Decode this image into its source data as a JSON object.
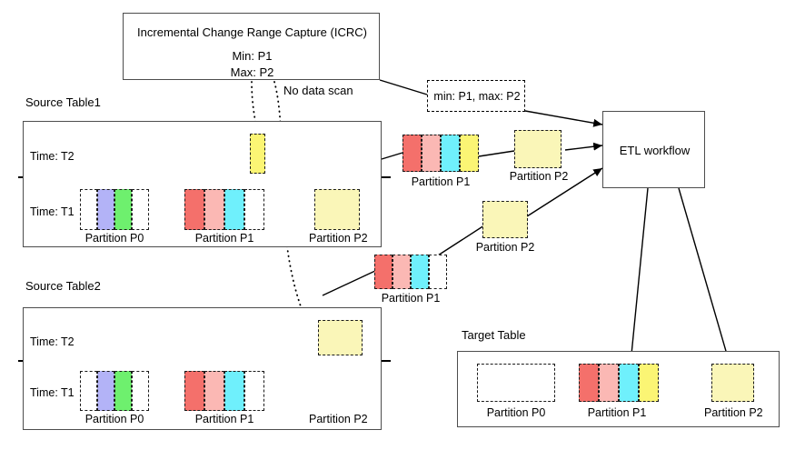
{
  "diagram": {
    "title_icrc": "Incremental Change Range Capture (ICRC)",
    "icrc_min": "Min: P1",
    "icrc_max": "Max: P2",
    "no_data_scan": "No data scan",
    "minmax_note": "min: P1, max: P2",
    "etl_workflow": "ETL workflow",
    "source_table1": "Source Table1",
    "source_table2": "Source Table2",
    "target_table": "Target Table",
    "time_t2": "Time: T2",
    "time_t1": "Time: T1",
    "partition_p0": "Partition P0",
    "partition_p1": "Partition P1",
    "partition_p2": "Partition P2"
  },
  "colors": {
    "red": "#f4706b",
    "pink": "#fbb8b4",
    "cyan": "#6ff0fc",
    "yellow": "#fbf574",
    "pale_yellow": "#faf6b8",
    "purple": "#b3b3f7",
    "green": "#6ef06e",
    "white": "#ffffff",
    "stroke": "#000000",
    "frame": "#4d4d4d"
  },
  "partitions": {
    "st1_t1_p0": [
      "#ffffff",
      "#b3b3f7",
      "#6ef06e",
      "#ffffff"
    ],
    "st1_t1_p1": [
      "#f4706b",
      "#fbb8b4",
      "#6ff0fc",
      "#ffffff"
    ],
    "st1_t1_p2": [
      "#faf6b8"
    ],
    "st1_t2_delta": [
      "#fbf574"
    ],
    "st2_t1_p0": [
      "#ffffff",
      "#b3b3f7",
      "#6ef06e",
      "#ffffff"
    ],
    "st2_t1_p1": [
      "#f4706b",
      "#fbb8b4",
      "#6ff0fc",
      "#ffffff"
    ],
    "st2_t2_delta": [
      "#faf6b8"
    ],
    "mid_top_p1": [
      "#f4706b",
      "#fbb8b4",
      "#6ff0fc",
      "#fbf574"
    ],
    "mid_top_p2": [
      "#faf6b8"
    ],
    "mid_bot_p1": [
      "#f4706b",
      "#fbb8b4",
      "#6ff0fc",
      "#ffffff"
    ],
    "mid_bot_p2": [
      "#faf6b8"
    ],
    "target_p0": [
      "#ffffff"
    ],
    "target_p1": [
      "#f4706b",
      "#fbb8b4",
      "#6ff0fc",
      "#fbf574"
    ],
    "target_p2": [
      "#faf6b8"
    ]
  }
}
